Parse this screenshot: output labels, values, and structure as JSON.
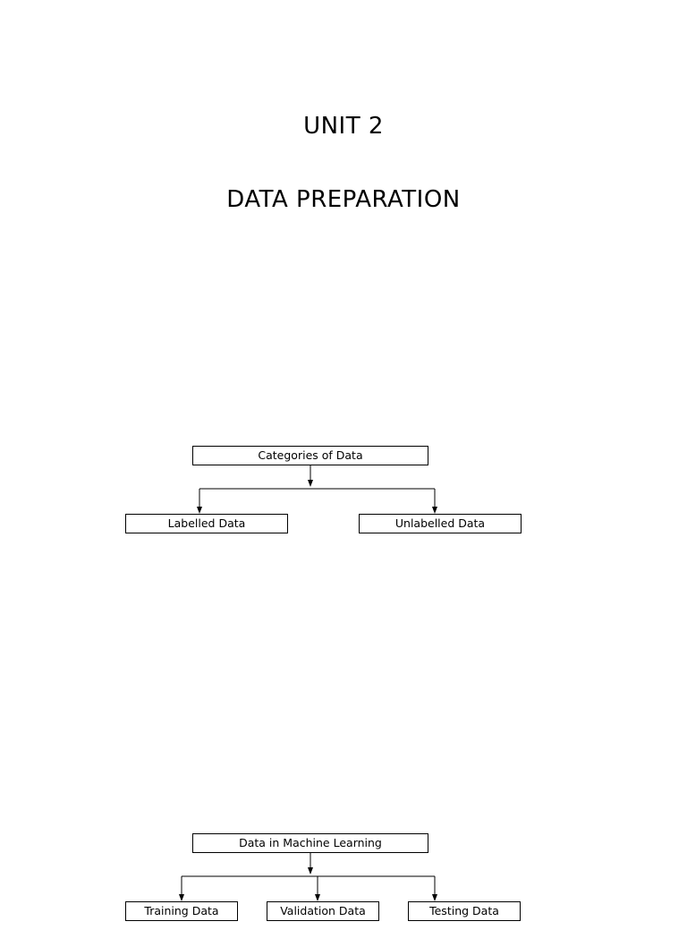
{
  "document": {
    "title_line_1": "UNIT 2",
    "title_line_2": "DATA PREPARATION"
  },
  "diagrams": [
    {
      "name": "categories-of-data",
      "root": "Categories of Data",
      "children": [
        "Labelled Data",
        "Unlabelled Data"
      ]
    },
    {
      "name": "data-in-machine-learning",
      "root": "Data in Machine Learning",
      "children": [
        "Training Data",
        "Validation Data",
        "Testing Data"
      ]
    }
  ],
  "style": {
    "page_background": "#ffffff",
    "text_color": "#000000",
    "node_border_color": "#000000",
    "connector_color": "#000000"
  }
}
